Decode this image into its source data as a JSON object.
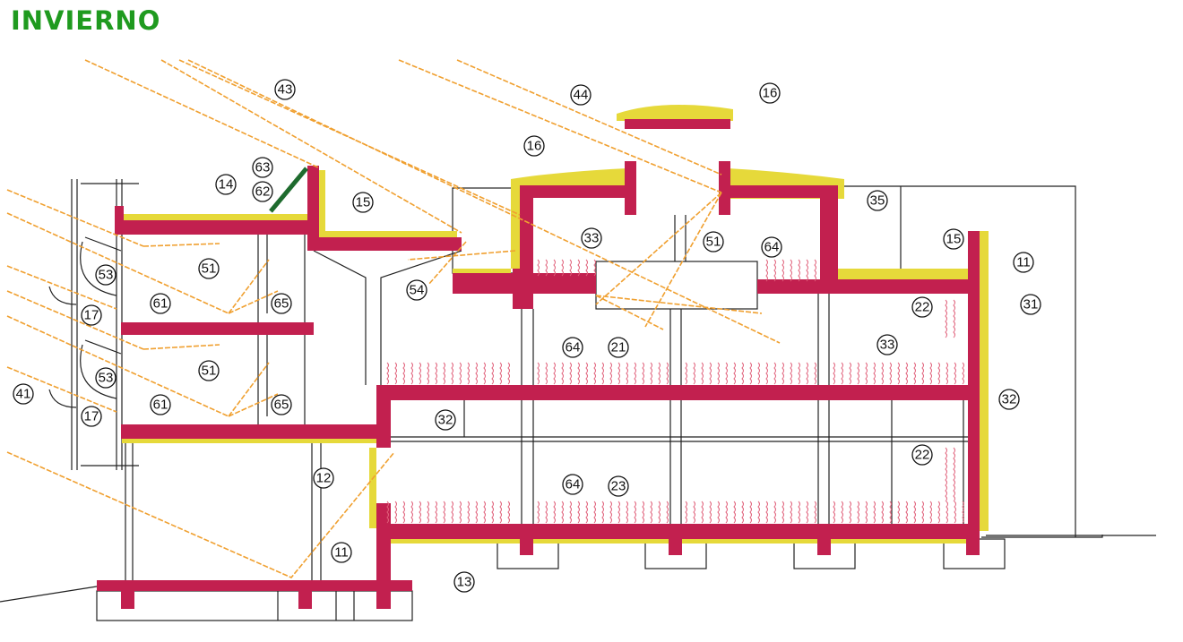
{
  "title": "INVIERNO",
  "colors": {
    "structure": "#c2204f",
    "insulation": "#e6d93a",
    "sun_rays": "#f0a030",
    "air_flow": "#e0607a",
    "title": "#1f9a1f"
  },
  "labels": [
    "43",
    "44",
    "16",
    "16",
    "63",
    "62",
    "14",
    "15",
    "35",
    "33",
    "51",
    "64",
    "15",
    "11",
    "53",
    "51",
    "54",
    "61",
    "65",
    "22",
    "31",
    "17",
    "33",
    "64",
    "21",
    "53",
    "51",
    "41",
    "61",
    "65",
    "32",
    "32",
    "17",
    "12",
    "22",
    "64",
    "23",
    "11",
    "13"
  ]
}
